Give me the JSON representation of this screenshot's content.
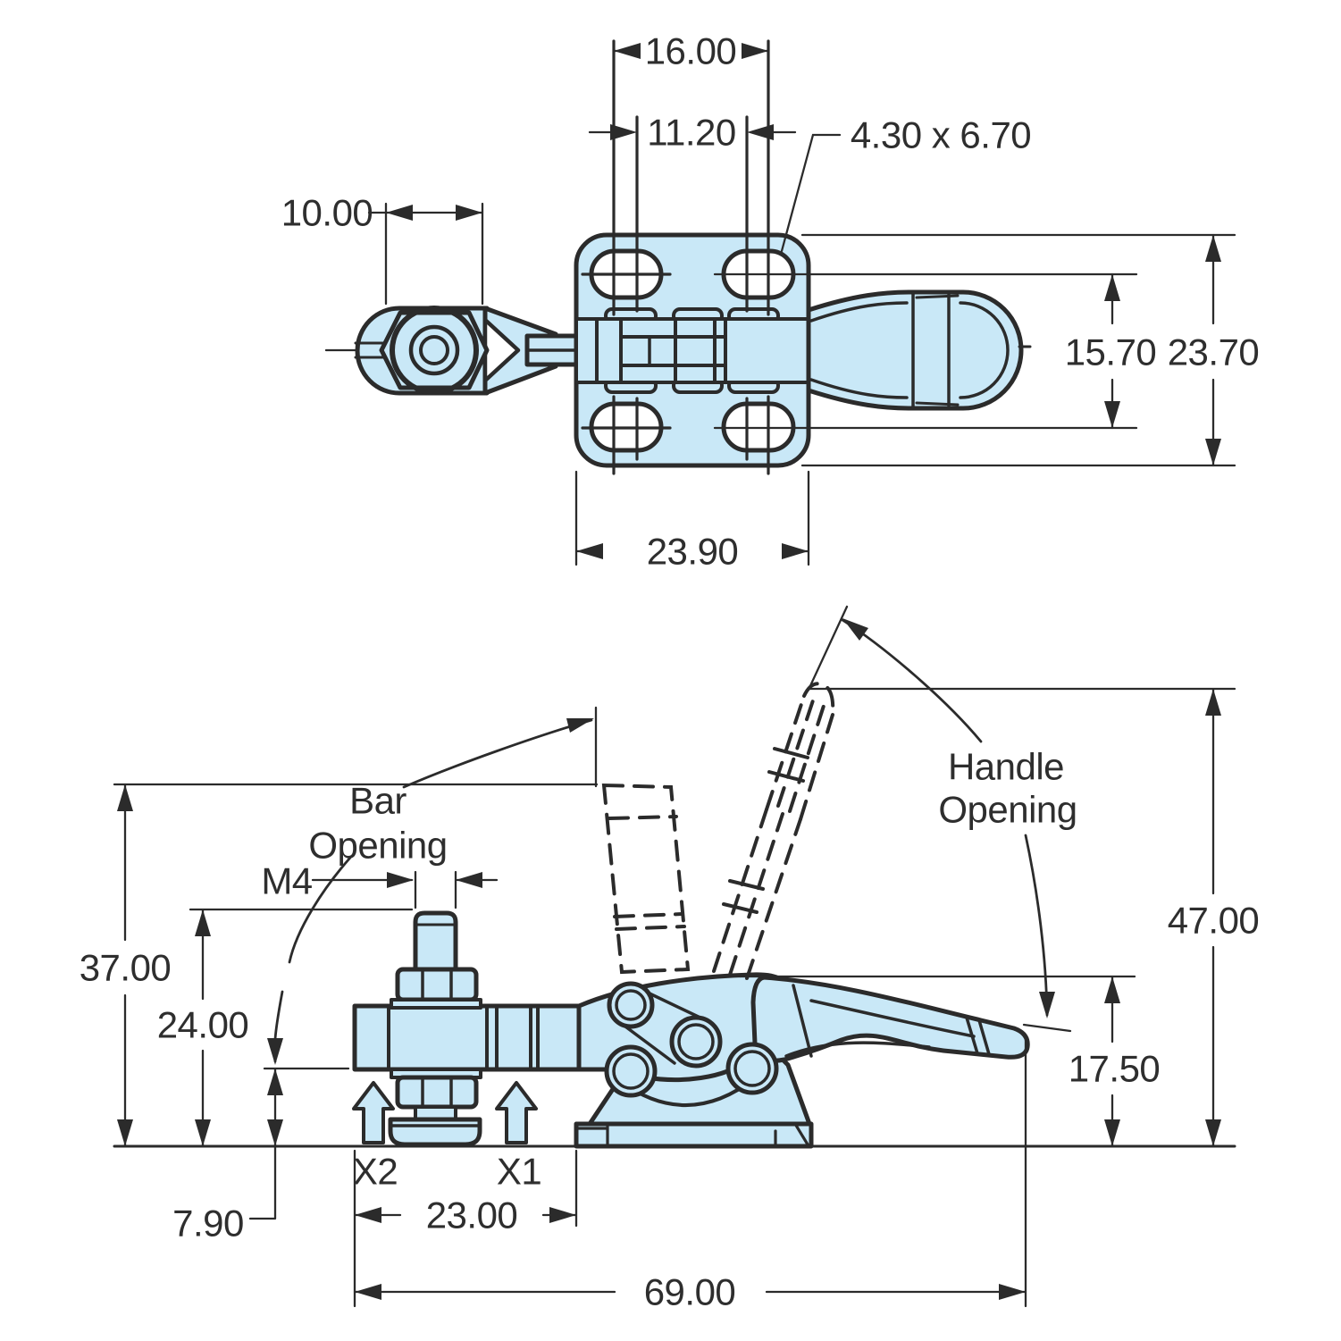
{
  "title": "Horizontal toggle clamp dimensional drawing",
  "colors": {
    "part_fill": "#c9e8f7",
    "line": "#2b2b2b",
    "text": "#2e2e2e"
  },
  "top_view": {
    "slot_pitch": "16.00",
    "slot_inner_span": "11.20",
    "slot_size": "4.30 x 6.70",
    "washer_width": "10.00",
    "hole_row_pitch": "15.70",
    "plate_depth": "23.70",
    "plate_width": "23.90"
  },
  "side_view": {
    "bar_opening_line1": "Bar",
    "bar_opening_line2": "Opening",
    "handle_opening_line1": "Handle",
    "handle_opening_line2": "Opening",
    "bar_open_height": "37.00",
    "bar_height": "24.00",
    "spindle_thread": "M4",
    "under_bar_clearance": "7.90",
    "force_point_1": "X1",
    "force_point_2": "X2",
    "base_length": "23.00",
    "handle_open_height": "47.00",
    "handle_height": "17.50",
    "overall_length": "69.00"
  }
}
